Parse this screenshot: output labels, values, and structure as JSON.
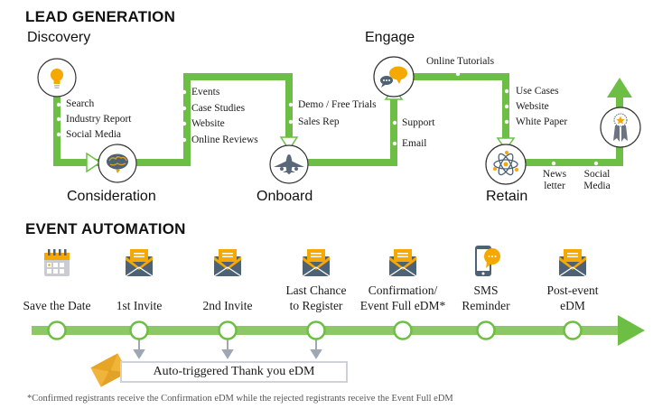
{
  "colors": {
    "path_green": "#6cbf44",
    "timeline_green": "#8cc868",
    "icon_orange": "#f5a800",
    "icon_slate": "#4d6275",
    "arrow_gray": "#a0a7b4"
  },
  "lead_generation": {
    "title": "LEAD GENERATION",
    "stages": {
      "discovery": {
        "label": "Discovery",
        "icon": "lightbulb-icon",
        "items": [
          "Search",
          "Industry Report",
          "Social Media"
        ]
      },
      "consideration": {
        "label": "Consideration",
        "icon": "brain-icon",
        "items": [
          "Events",
          "Case Studies",
          "Website",
          "Online Reviews"
        ]
      },
      "onboard": {
        "label": "Onboard",
        "icon": "airplane-icon",
        "items": [
          "Demo / Free Trials",
          "Sales Rep"
        ]
      },
      "engage": {
        "label": "Engage",
        "icon": "chat-bubbles-icon",
        "items": [
          "Support",
          "Email"
        ],
        "top_item": "Online Tutorials"
      },
      "retain": {
        "label": "Retain",
        "icon": "atom-icon",
        "items": [
          "Use Cases",
          "Website",
          "White Paper"
        ],
        "bottom_items": [
          [
            "News",
            "letter"
          ],
          [
            "Social",
            "Media"
          ]
        ]
      },
      "advocate": {
        "label": "",
        "icon": "award-ribbon-icon"
      }
    }
  },
  "event_automation": {
    "title": "EVENT AUTOMATION",
    "events": [
      {
        "lines": [
          "",
          "Save the Date"
        ],
        "icon": "calendar-icon"
      },
      {
        "lines": [
          "",
          "1st Invite"
        ],
        "icon": "envelope-icon"
      },
      {
        "lines": [
          "",
          "2nd Invite"
        ],
        "icon": "envelope-icon"
      },
      {
        "lines": [
          "Last Chance",
          "to Register"
        ],
        "icon": "envelope-icon"
      },
      {
        "lines": [
          "Confirmation/",
          "Event Full eDM*"
        ],
        "icon": "envelope-icon"
      },
      {
        "lines": [
          "SMS",
          "Reminder"
        ],
        "icon": "smartphone-chat-icon"
      },
      {
        "lines": [
          "Post-event",
          "eDM"
        ],
        "icon": "envelope-icon"
      }
    ],
    "auto_triggered_label": "Auto-triggered Thank you eDM",
    "footnote": "*Confirmed registrants receive the Confirmation eDM while the rejected registrants receive the Event Full eDM"
  }
}
